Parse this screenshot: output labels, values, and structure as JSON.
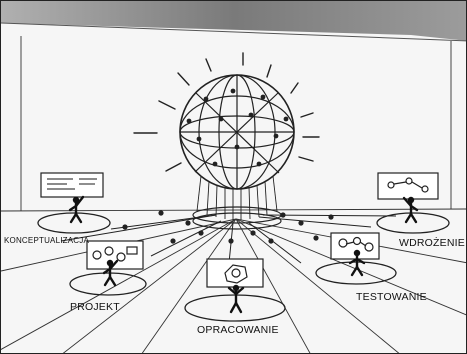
{
  "figure": {
    "stages": [
      {
        "id": "konceptualizacja",
        "label": "KONCEPTUALIZACJA"
      },
      {
        "id": "projekt",
        "label": "PROJEKT"
      },
      {
        "id": "opracowanie",
        "label": "OPRACOWANIE"
      },
      {
        "id": "testowanie",
        "label": "TESTOWANIE"
      },
      {
        "id": "wdrozenie",
        "label": "WDROŻENIE"
      }
    ],
    "colors": {
      "ink": "#222222",
      "paper": "#f6f6f6",
      "top_band": "#8a8a8a"
    },
    "icons": [
      "globe-icon",
      "person-icon",
      "whiteboard-icon"
    ]
  }
}
